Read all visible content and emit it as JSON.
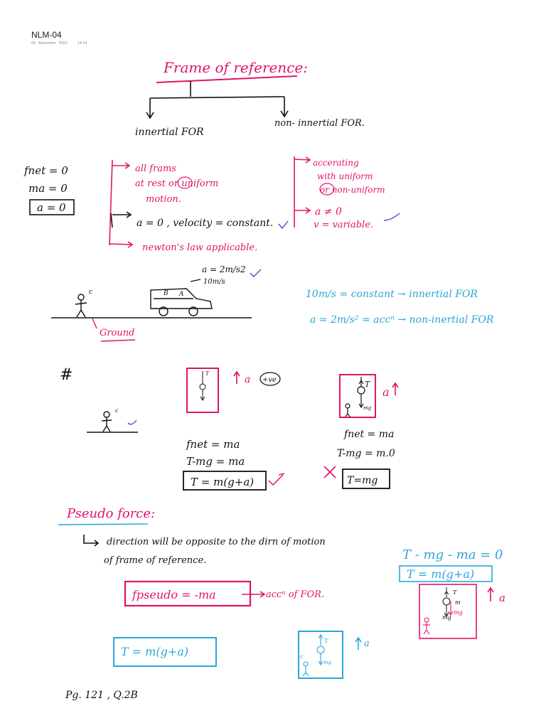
{
  "header": {
    "title": "NLM-04",
    "date": "05 November 2022",
    "time": "14:14"
  },
  "colors": {
    "black": "#111111",
    "pink": "#e1136a",
    "blue": "#2aa6d8",
    "purple": "#6a3cc9"
  },
  "notes": {
    "heading": "Frame of reference:",
    "inertial": "innertial FOR",
    "non_inertial": "non- innertial FOR.",
    "fnet_eq1": "fnet = 0",
    "fnet_eq2": "ma = 0",
    "fnet_box": "a = 0",
    "inertial_p1a": "all frams",
    "inertial_p1b": "at rest or uniform",
    "inertial_p1c": "motion.",
    "inertial_p2": "a = 0 , velocity = constant.",
    "inertial_p3": "newton's law applicable.",
    "noninertial_p1a": "accerating",
    "noninertial_p1b": "with uniform",
    "noninertial_p1c": "or non-uniform",
    "noninertial_p2a": "a ≠ 0",
    "noninertial_p2b": "v = variable.",
    "car_a": "a = 2m/s2",
    "car_v": "10m/s",
    "ground": "Ground",
    "blue_line1": "10m/s = constant → innertial FOR",
    "blue_line2": "a = 2m/s² = accⁿ → non-inertial FOR",
    "hash": "#",
    "a_plus": "a (+ve)",
    "a_up": "a",
    "fnet_left": "fnet = ma",
    "tmg_left": "T-mg = ma",
    "box_left": "T = m(g+a)",
    "fnet_right": "fnet = ma",
    "tmg_right": "T-mg = m.0",
    "box_right": "T=mg",
    "pseudo_heading": "Pseudo force:",
    "pseudo_desc1": "direction will be opposite to the dirn of motion",
    "pseudo_desc2": "of frame of reference.",
    "pseudo_box": "fpseudo = -ma",
    "pseudo_acc": "accⁿ of FOR.",
    "blue_eq1": "T - mg - ma = 0",
    "blue_eq2": "T = m(g+a)",
    "blue_box": "T = m(g+a)",
    "footer": "Pg. 121 , Q.2B"
  }
}
